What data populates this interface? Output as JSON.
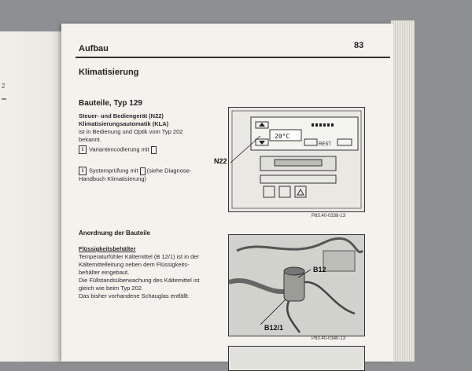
{
  "header": {
    "title": "Aufbau",
    "page_number": "83"
  },
  "section": {
    "title": "Klimatisierung"
  },
  "component": {
    "title": "Bauteile, Typ 129",
    "device_line": "Steuer- und Bediengerät (N22)",
    "unit_line": "Klimatisierungsautomatik (KLA)",
    "desc_line1": "ist in Bedienung und Optik vom Typ 202",
    "desc_line2": "bekannt.",
    "variant_coding": "Variantencodierung mit",
    "system_check": "Systemprüfung mit",
    "system_check_ref1": "(siehe Diagnose-",
    "system_check_ref2": "Handbuch Klimatisierung)"
  },
  "figure1": {
    "callout": "N22",
    "code": "P83.40-0338-13",
    "display_temp": "20°C",
    "rest_label": "REST"
  },
  "arrangement": {
    "title": "Anordnung der Bauteile",
    "container_title": "Flüssigkeitsbehälter",
    "lines": [
      "Temperaturfühler Kältemittel (B 12/1) ist in der",
      "Kältemittelleitung neben dem Flüssigkeits-",
      "behälter eingebaut.",
      "Die Füllstandsüberwachung des Kältemittel ist",
      "gleich wie beim Typ 202.",
      "Das bisher vorhandene Schauglas entfällt."
    ]
  },
  "figure2": {
    "callout_b12": "B12",
    "callout_b121": "B12/1",
    "code": "P83.40-0340-13"
  },
  "left_page": {
    "mark": "2"
  }
}
